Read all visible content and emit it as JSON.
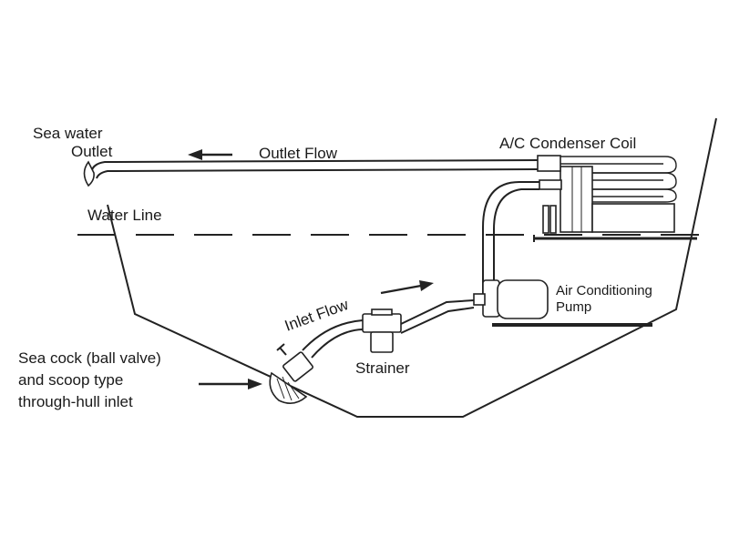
{
  "labels": {
    "sea_water": "Sea water",
    "outlet": "Outlet",
    "outlet_flow": "Outlet Flow",
    "condenser": "A/C Condenser Coil",
    "water_line": "Water Line",
    "inlet_flow": "Inlet Flow",
    "pump_line1": "Air Conditioning",
    "pump_line2": "Pump",
    "strainer": "Strainer",
    "seacock_line1": "Sea cock (ball valve)",
    "seacock_line2": "and scoop type",
    "seacock_line3": "through-hull inlet"
  }
}
